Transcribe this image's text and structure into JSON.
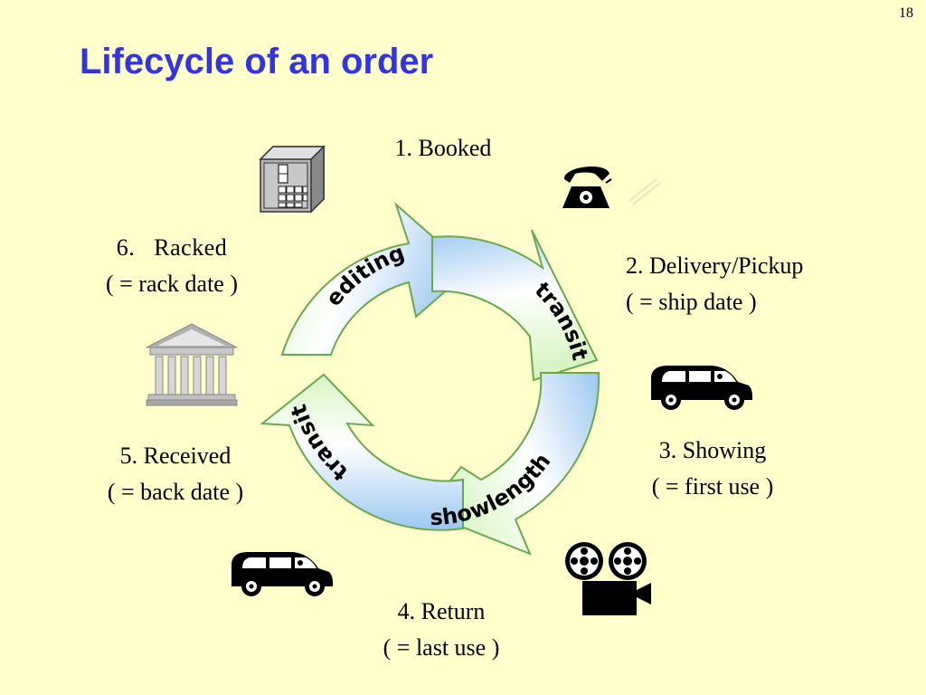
{
  "page_number": "18",
  "title": "Lifecycle of an order",
  "steps": [
    {
      "line1": "1. Booked",
      "line2": ""
    },
    {
      "line1": "2. Delivery/Pickup",
      "line2": "( = ship date )"
    },
    {
      "line1": "3. Showing",
      "line2": "( = first use )"
    },
    {
      "line1": "4. Return",
      "line2": "( = last use )"
    },
    {
      "line1": "5. Received",
      "line2": "( = back date )"
    },
    {
      "line1": "6.   Racked",
      "line2": "( = rack date )"
    }
  ],
  "cycle_labels": {
    "editing": "editing",
    "transit_right": "transit",
    "showlength": "showlength",
    "transit_left": "transit"
  },
  "icons": [
    "file-cabinet-icon",
    "telephone-icon",
    "van-icon",
    "film-projector-icon",
    "van-icon",
    "bank-building-icon"
  ],
  "colors": {
    "background": "#FFFFCC",
    "title": "#3333E6",
    "arrow_blue": "#9CC8F0",
    "arrow_green": "#D8F5C4",
    "arrow_outline": "#6AA84F"
  }
}
